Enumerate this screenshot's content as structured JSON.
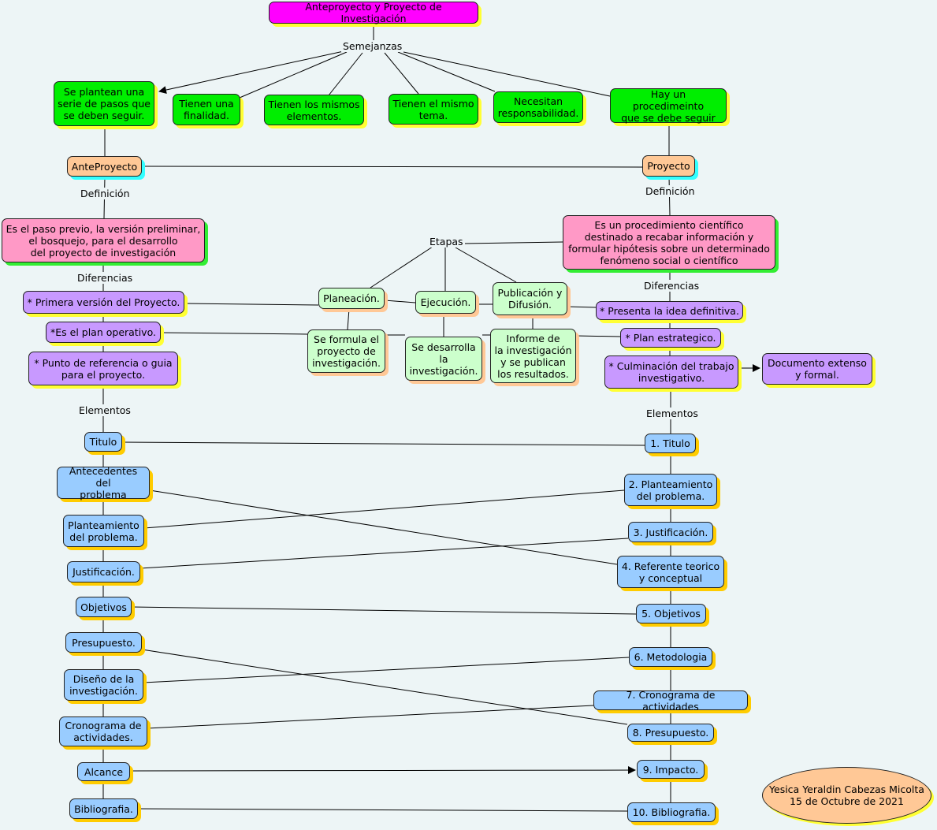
{
  "title": "Anteproyecto y Proyecto de Investigación",
  "labels": {
    "semejanzas": "Semejanzas",
    "definicion_left": "Definición",
    "definicion_right": "Definición",
    "diferencias_left": "Diferencias",
    "diferencias_right": "Diferencias",
    "etapas": "Etapas",
    "elementos_left": "Elementos",
    "elementos_right": "Elementos"
  },
  "semejanzas": [
    "Se plantean una\nserie de pasos que\nse deben seguir.",
    "Tienen una\nfinalidad.",
    "Tienen los mismos\nelementos.",
    "Tienen el mismo\ntema.",
    "Necesitan\nresponsabilidad.",
    "Hay un procedimeinto\nque se debe seguir"
  ],
  "anteproyecto": {
    "name": "AnteProyecto",
    "definition": "Es el paso previo, la versión preliminar,\nel bosquejo, para el desarrollo\ndel proyecto de investigación",
    "differences": [
      "* Primera versión del Proyecto.",
      "*Es el plan operativo.",
      "* Punto de referencia o guia\npara el proyecto."
    ],
    "elements": [
      "Titulo",
      "Antecedentes del\nproblema",
      "Planteamiento\ndel problema.",
      "Justificación.",
      "Objetivos",
      "Presupuesto.",
      "Diseño de la\ninvestigación.",
      "Cronograma de\nactividades.",
      "Alcance",
      "Bibliografia."
    ]
  },
  "proyecto": {
    "name": "Proyecto",
    "definition": "Es un procedimiento científico\ndestinado a recabar información y\nformular hipótesis sobre un determinado\nfenómeno social o científico",
    "differences": [
      "* Presenta la idea definitiva.",
      "* Plan estrategico.",
      "* Culminación del trabajo\ninvestigativo."
    ],
    "culmination_detail": "Documento extenso\ny formal.",
    "elements": [
      "1. Titulo",
      "2. Planteamiento\ndel problema.",
      "3. Justificación.",
      "4. Referente teorico\ny conceptual",
      "5. Objetivos",
      "6. Metodologia",
      "7. Cronograma de actividades",
      "8. Presupuesto.",
      "9. Impacto.",
      "10. Bibliografia."
    ]
  },
  "etapas": [
    {
      "name": "Planeación.",
      "detail": "Se formula el\nproyecto de\ninvestigación."
    },
    {
      "name": "Ejecución.",
      "detail": "Se desarrolla\nla\ninvestigación."
    },
    {
      "name": "Publicación y\nDifusión.",
      "detail": "Informe de\nla investigación\ny se publican\nlos resultados."
    }
  ],
  "author": "Yesica Yeraldin Cabezas Micolta\n15 de Octubre de 2021",
  "colors": {
    "title": "#ff00ff",
    "semejanzas": "#00ee00",
    "main_nodes": "#ffc896",
    "definition": "#ff99c6",
    "differences": "#c899ff",
    "etapas": "#ccffcc",
    "elements": "#99ccff",
    "background": "#edf5f6"
  }
}
